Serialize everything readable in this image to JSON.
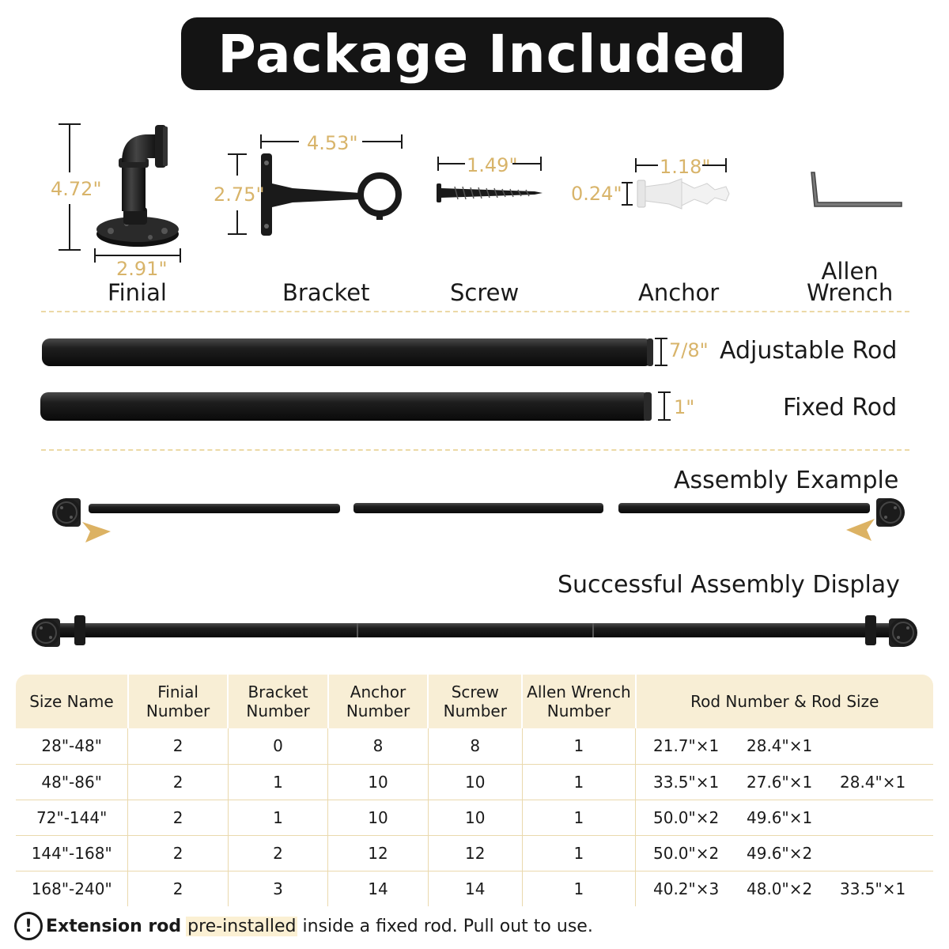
{
  "title": "Package Included",
  "parts": [
    {
      "name": "Finial",
      "dims": [
        "4.72\"",
        "2.91\""
      ],
      "icon": "finial-icon"
    },
    {
      "name": "Bracket",
      "dims": [
        "4.53\"",
        "2.75\""
      ],
      "icon": "bracket-icon"
    },
    {
      "name": "Screw",
      "dims": [
        "1.49\""
      ],
      "icon": "screw-icon"
    },
    {
      "name": "Anchor",
      "dims": [
        "1.18\"",
        "0.24\""
      ],
      "icon": "anchor-icon"
    },
    {
      "name_line1": "Allen",
      "name_line2": "Wrench",
      "icon": "allen-wrench-icon"
    }
  ],
  "rods": [
    {
      "name": "Adjustable Rod",
      "dim": "7/8\""
    },
    {
      "name": "Fixed Rod",
      "dim": "1\""
    }
  ],
  "assembly_example": "Assembly Example",
  "assembly_display": "Successful Assembly Display",
  "colors": {
    "accent": "#d8b46a",
    "header_bg": "#f8eed5",
    "dark": "#141414"
  },
  "table": {
    "headers": [
      "Size Name",
      "Finial Number",
      "Bracket Number",
      "Anchor Number",
      "Screw Number",
      "Allen Wrench Number",
      "Rod Number & Rod Size"
    ],
    "rows": [
      [
        "28\"-48\"",
        "2",
        "0",
        "8",
        "8",
        "1",
        [
          "21.7\"×1",
          "28.4\"×1",
          ""
        ]
      ],
      [
        "48\"-86\"",
        "2",
        "1",
        "10",
        "10",
        "1",
        [
          "33.5\"×1",
          "27.6\"×1",
          "28.4\"×1"
        ]
      ],
      [
        "72\"-144\"",
        "2",
        "1",
        "10",
        "10",
        "1",
        [
          "50.0\"×2",
          "49.6\"×1",
          ""
        ]
      ],
      [
        "144\"-168\"",
        "2",
        "2",
        "12",
        "12",
        "1",
        [
          "50.0\"×2",
          "49.6\"×2",
          ""
        ]
      ],
      [
        "168\"-240\"",
        "2",
        "3",
        "14",
        "14",
        "1",
        [
          "40.2\"×3",
          "48.0\"×2",
          "33.5\"×1"
        ]
      ]
    ]
  },
  "note": {
    "bold": "Extension rod",
    "highlight": "pre-installed",
    "rest": "inside a fixed rod. Pull out to use."
  }
}
